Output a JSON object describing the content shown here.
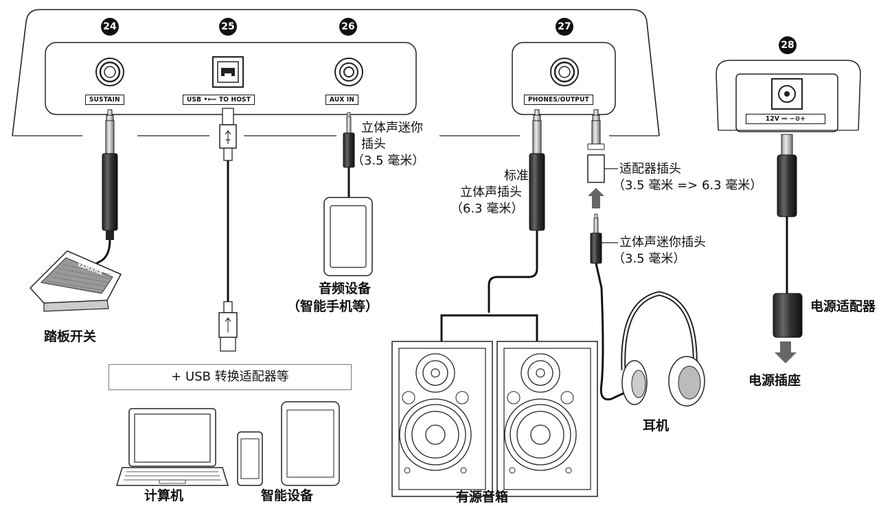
{
  "panel": {
    "jacks": [
      {
        "number": "24",
        "label": "SUSTAIN"
      },
      {
        "number": "25",
        "label": "USB •⟵ TO HOST"
      },
      {
        "number": "26",
        "label": "AUX IN"
      },
      {
        "number": "27",
        "label": "PHONES/OUTPUT"
      },
      {
        "number": "28",
        "label": "12V ⎓ −⊖+"
      }
    ],
    "power_jack_voltage": "12V",
    "pedal_brand": "YAMAHA"
  },
  "labels": {
    "aux_plug": [
      "立体声迷你",
      "插头",
      "（3.5 毫米）"
    ],
    "standard_plug": [
      "标准",
      "立体声插头",
      "（6.3 毫米）"
    ],
    "adapter_plug": [
      "适配器插头",
      "（3.5 毫米 => 6.3 毫米）"
    ],
    "mini_plug": [
      "立体声迷你插头",
      "（3.5 毫米）"
    ],
    "audio_device": [
      "音频设备",
      "（智能手机等）"
    ],
    "pedal": "踏板开关",
    "usb_adapter": "+ USB 转换适配器等",
    "computer": "计算机",
    "smart_device": "智能设备",
    "speakers": "有源音箱",
    "headphones": "耳机",
    "power_adapter": "电源适配器",
    "outlet": "电源插座"
  }
}
